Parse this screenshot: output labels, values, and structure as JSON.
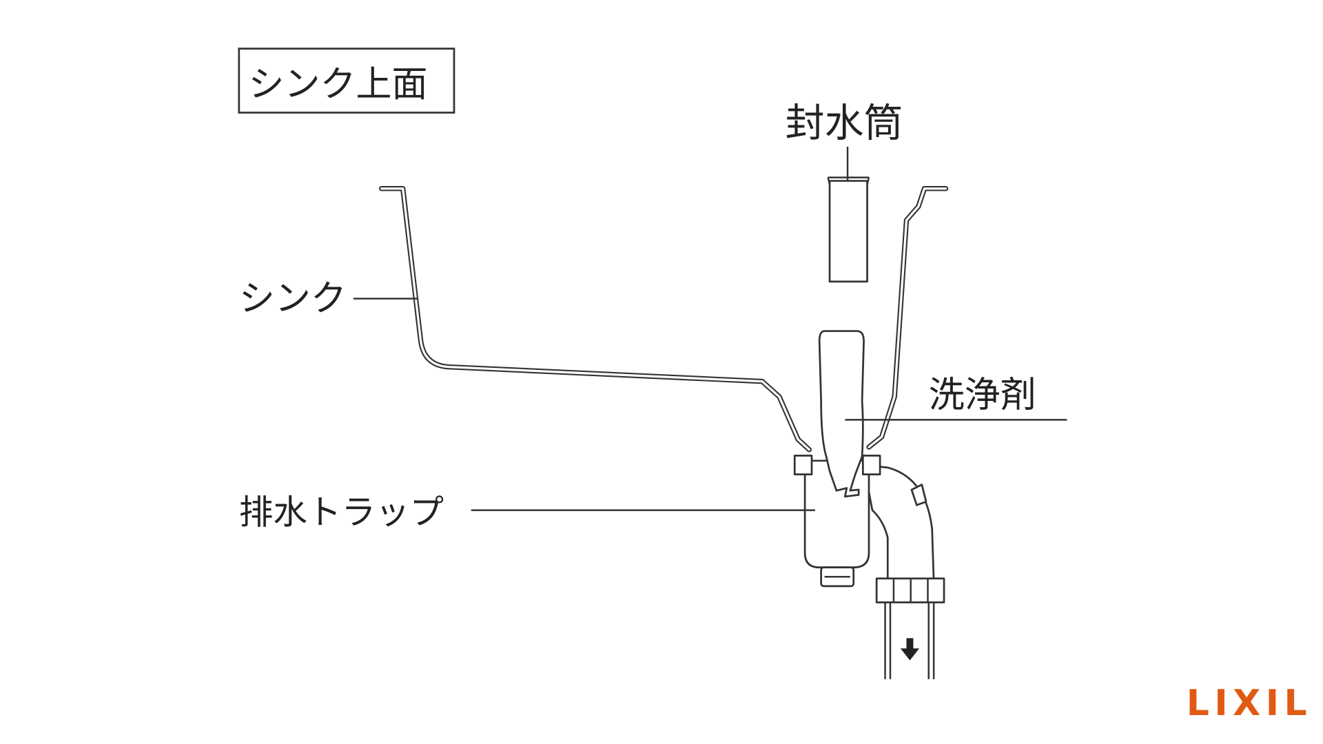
{
  "diagram": {
    "title_box": "シンク上面",
    "labels": {
      "seal_tube": "封水筒",
      "sink": "シンク",
      "detergent": "洗浄剤",
      "drain_trap": "排水トラップ"
    },
    "logo": "LIXIL",
    "logo_color": "#e05a14"
  }
}
